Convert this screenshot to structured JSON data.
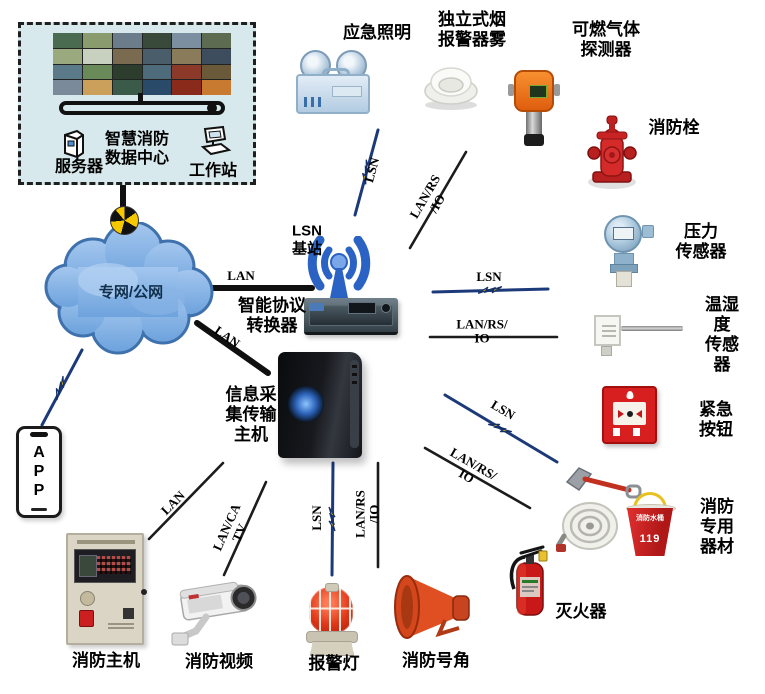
{
  "data_center": {
    "server_label": "服务器",
    "center_label": "智慧消防\n数据中心",
    "workstation_label": "工作站",
    "video_wall_tiles": [
      "#4a6b4f",
      "#8a9b6e",
      "#6b7d8a",
      "#3a4a3a",
      "#7b8fa0",
      "#5d6b50",
      "#9aa97e",
      "#c8d0c0",
      "#7a6a50",
      "#4a5d6b",
      "#8a7b5a",
      "#3d4d5d",
      "#5a7a8a",
      "#6b8a5a",
      "#2d3d2d",
      "#4d6b7a",
      "#8b3a2a",
      "#6b5a3a",
      "#7a8a9a",
      "#caa05a",
      "#3a5a4a",
      "#2a4a6a",
      "#8a2a1a",
      "#c87a30"
    ]
  },
  "cloud": {
    "label": "专网/公网"
  },
  "lsn_station": {
    "label": "LSN\n基站"
  },
  "converter": {
    "label": "智能协议\n转换器"
  },
  "tower": {
    "label": "信息采\n集传输\n主机"
  },
  "app": {
    "label": "A\nP\nP"
  },
  "devices": {
    "emergency_light": "应急照明",
    "smoke_detector": "独立式烟\n报警器雾",
    "gas_detector": "可燃气体\n探测器",
    "hydrant": "消防栓",
    "pressure_sensor": "压力\n传感器",
    "temp_humidity_sensor": "温湿度\n传感器",
    "emergency_button": "紧急按钮",
    "fire_equipment": "消防专用\n器材",
    "extinguisher": "灭火器",
    "fire_horn": "消防号角",
    "alarm_light": "报警灯",
    "fire_video": "消防视频",
    "fire_host": "消防主机",
    "bucket_text_1": "消防水桶",
    "bucket_text_2": "119"
  },
  "connections": {
    "cloud_converter": "LAN",
    "cloud_tower": "LAN",
    "station_emergency_light": "LSN",
    "station_smoke": "LAN/RS\n/IO",
    "station_pressure": "LSN",
    "station_temp": "LAN/RS/\nIO",
    "tower_button": "LSN",
    "tower_equipment": "LAN/RS/\nIO",
    "tower_host": "LAN",
    "tower_video": "LAN/CA\nTV",
    "tower_alarm": "LSN",
    "tower_horn": "LAN/RS\n/IO"
  },
  "colors": {
    "box_bg": "#d7e9ec",
    "cloud_fill": "#7fb0e0",
    "line_black": "#1c1c1c",
    "line_blue": "#1c3a7a",
    "bolt_yellow": "#ffd400",
    "device_red": "#d42020",
    "device_orange": "#e06010"
  }
}
